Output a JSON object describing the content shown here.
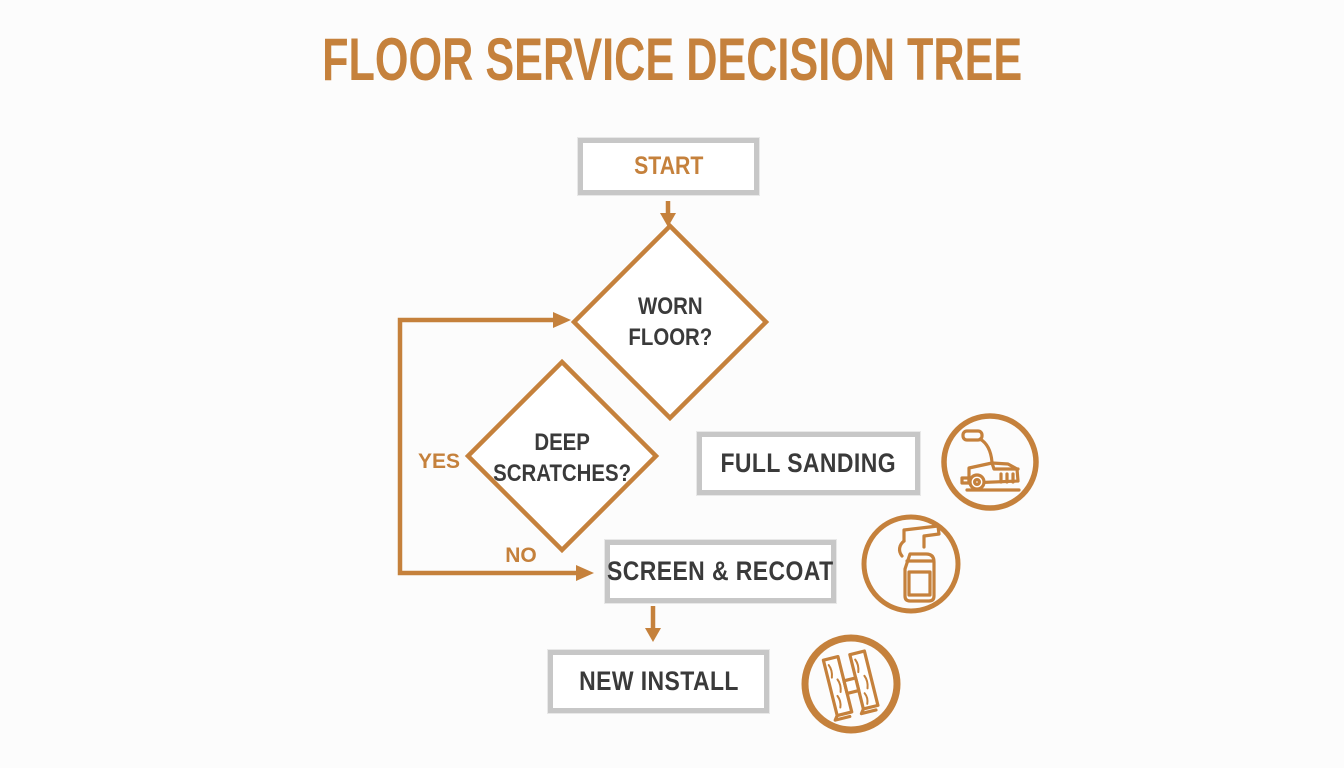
{
  "title": "FLOOR SERVICE DECISION TREE",
  "colors": {
    "accent": "#C5813C",
    "box_border": "#C7C7C7",
    "text_dark": "#3A3A3A",
    "background": "#FCFCFC",
    "node_fill": "#FFFFFF"
  },
  "nodes": {
    "start": {
      "label": "START"
    },
    "worn_floor": {
      "line1": "WORN",
      "line2": "FLOOR?"
    },
    "deep_scratches": {
      "line1": "DEEP",
      "line2": "SCRATCHES?"
    },
    "full_sanding": {
      "label": "FULL SANDING"
    },
    "screen_recoat": {
      "label": "SCREEN & RECOAT"
    },
    "new_install": {
      "label": "NEW INSTALL"
    }
  },
  "edges": {
    "yes_label": "YES",
    "no_label": "NO"
  },
  "icons": {
    "full_sanding": "floor-sander-icon",
    "screen_recoat": "spray-bottle-icon",
    "new_install": "wood-plank-icon"
  }
}
